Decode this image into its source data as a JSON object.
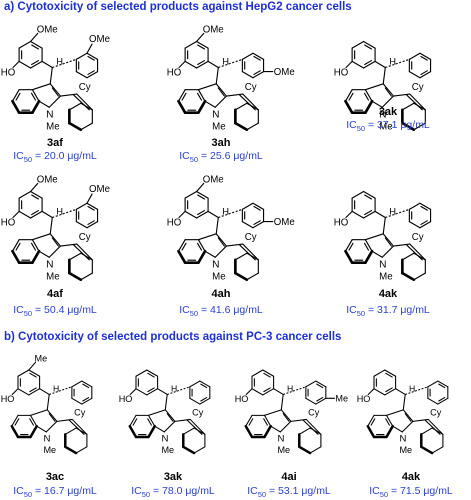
{
  "section_a": {
    "title": "a) Cytotoxicity of selected products against HepG2 cancer cells",
    "compounds": [
      {
        "code": "3af",
        "ic50_prefix": "IC",
        "ic50_sub": "50",
        "ic50_value": " = 20.0 μg/mL",
        "top_sub": "OMe",
        "aryl_sub": "OMe",
        "aryl_pos": "meta",
        "core": "3"
      },
      {
        "code": "3ah",
        "ic50_prefix": "IC",
        "ic50_sub": "50",
        "ic50_value": " = 25.6 μg/mL",
        "top_sub": "OMe",
        "aryl_sub": "OMe",
        "aryl_pos": "para",
        "core": "3"
      },
      {
        "code": "3ak",
        "ic50_prefix": "IC",
        "ic50_sub": "50",
        "ic50_value": " = 37.1 μg/mL",
        "top_sub": "",
        "aryl_sub": "",
        "aryl_pos": "none",
        "core": "3"
      },
      {
        "code": "4af",
        "ic50_prefix": "IC",
        "ic50_sub": "50",
        "ic50_value": " = 50.4 μg/mL",
        "top_sub": "OMe",
        "aryl_sub": "OMe",
        "aryl_pos": "meta",
        "core": "4"
      },
      {
        "code": "4ah",
        "ic50_prefix": "IC",
        "ic50_sub": "50",
        "ic50_value": " = 41.6 μg/mL",
        "top_sub": "OMe",
        "aryl_sub": "OMe",
        "aryl_pos": "para",
        "core": "4"
      },
      {
        "code": "4ak",
        "ic50_prefix": "IC",
        "ic50_sub": "50",
        "ic50_value": " = 31.7 μg/mL",
        "top_sub": "",
        "aryl_sub": "",
        "aryl_pos": "none",
        "core": "4"
      }
    ]
  },
  "section_b": {
    "title": "b) Cytotoxicity of selected products against PC-3 cancer cells",
    "compounds": [
      {
        "code": "3ac",
        "ic50_prefix": "IC",
        "ic50_sub": "50",
        "ic50_value": " = 16.7 μg/mL",
        "top_sub": "Me",
        "aryl_sub": "",
        "aryl_pos": "none",
        "core": "3"
      },
      {
        "code": "3ak",
        "ic50_prefix": "IC",
        "ic50_sub": "50",
        "ic50_value": " = 78.0 μg/mL",
        "top_sub": "",
        "aryl_sub": "",
        "aryl_pos": "none",
        "core": "3"
      },
      {
        "code": "4ai",
        "ic50_prefix": "IC",
        "ic50_sub": "50",
        "ic50_value": " = 53.1 μg/mL",
        "top_sub": "",
        "aryl_sub": "Me",
        "aryl_pos": "para",
        "core": "4"
      },
      {
        "code": "4ak",
        "ic50_prefix": "IC",
        "ic50_sub": "50",
        "ic50_value": " = 71.5 μg/mL",
        "top_sub": "",
        "aryl_sub": "",
        "aryl_pos": "none",
        "core": "4"
      }
    ]
  },
  "labels": {
    "ho": "HO",
    "h": "H",
    "n": "N",
    "me": "Me",
    "cy": "Cy"
  },
  "colors": {
    "title": "#1f2fd6",
    "ic50": "#2a3fd0",
    "bond": "#000000"
  }
}
